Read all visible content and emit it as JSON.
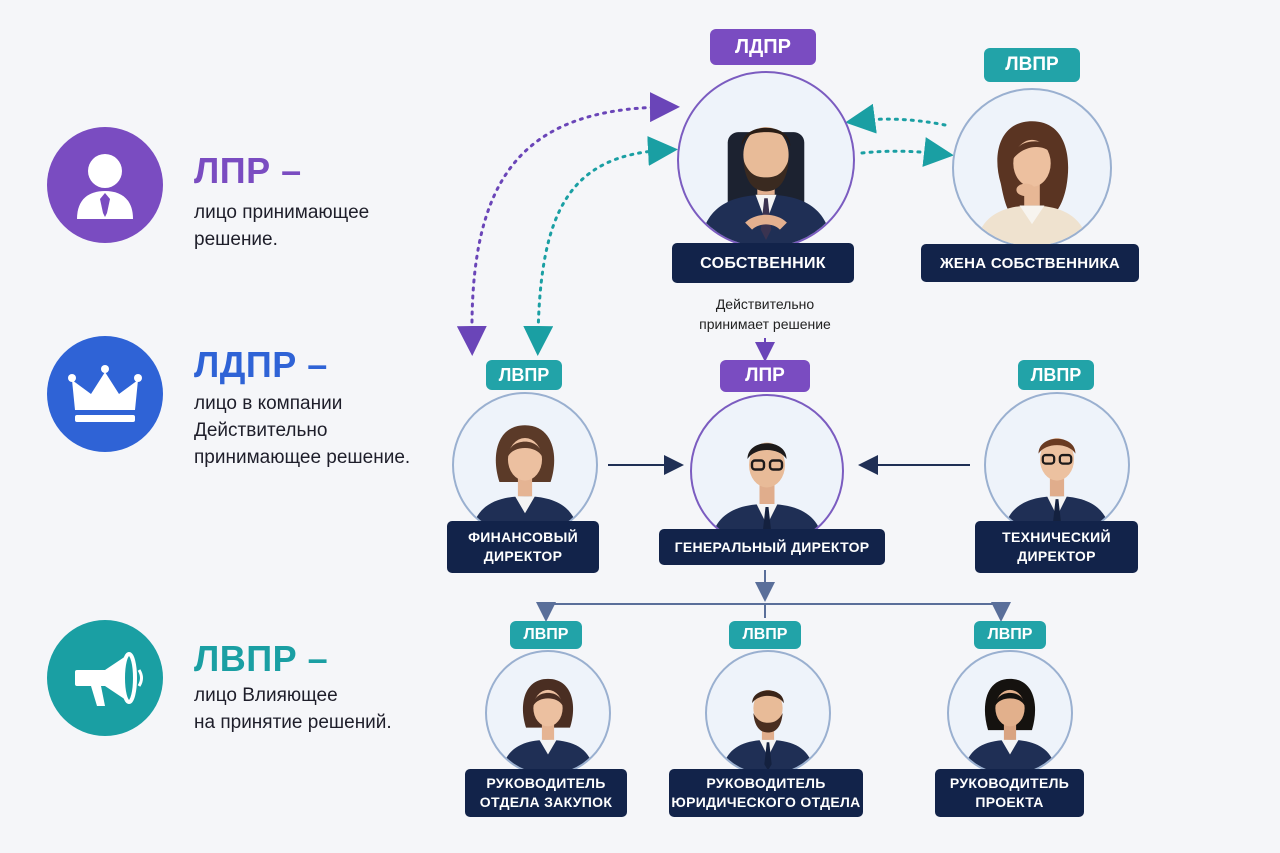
{
  "colors": {
    "purple": "#7a4cc1",
    "blue": "#2f63d6",
    "teal": "#1a9fa3",
    "navy": "#12234a",
    "connector": "#5a6f9a"
  },
  "legend": [
    {
      "icon": "person-icon",
      "color": "#7a4cc1",
      "title": "ЛПР –",
      "desc": [
        "лицо принимающее",
        "решение."
      ]
    },
    {
      "icon": "crown-icon",
      "color": "#2f63d6",
      "title": "ЛДПР –",
      "desc": [
        "лицо в компании",
        "Действительно",
        "принимающее решение."
      ]
    },
    {
      "icon": "megaphone-icon",
      "color": "#1a9fa3",
      "title": "ЛВПР –",
      "desc": [
        "лицо Влияющее",
        "на принятие решений."
      ]
    }
  ],
  "nodes": {
    "owner": {
      "badge": "ЛДПР",
      "label": [
        "СОБСТВЕННИК"
      ]
    },
    "wife": {
      "badge": "ЛВПР",
      "label": [
        "ЖЕНА СОБСТВЕННИКА"
      ]
    },
    "note": [
      "Действительно",
      "принимает решение"
    ],
    "cfo": {
      "badge": "ЛВПР",
      "label": [
        "ФИНАНСОВЫЙ",
        "ДИРЕКТОР"
      ]
    },
    "ceo": {
      "badge": "ЛПР",
      "label": [
        "ГЕНЕРАЛЬНЫЙ ДИРЕКТОР"
      ]
    },
    "cto": {
      "badge": "ЛВПР",
      "label": [
        "ТЕХНИЧЕСКИЙ",
        "ДИРЕКТОР"
      ]
    },
    "purchasing": {
      "badge": "ЛВПР",
      "label": [
        "РУКОВОДИТЕЛЬ",
        "ОТДЕЛА ЗАКУПОК"
      ]
    },
    "legal": {
      "badge": "ЛВПР",
      "label": [
        "РУКОВОДИТЕЛЬ",
        "ЮРИДИЧЕСКОГО ОТДЕЛА"
      ]
    },
    "project": {
      "badge": "ЛВПР",
      "label": [
        "РУКОВОДИТЕЛЬ",
        "ПРОЕКТА"
      ]
    }
  }
}
